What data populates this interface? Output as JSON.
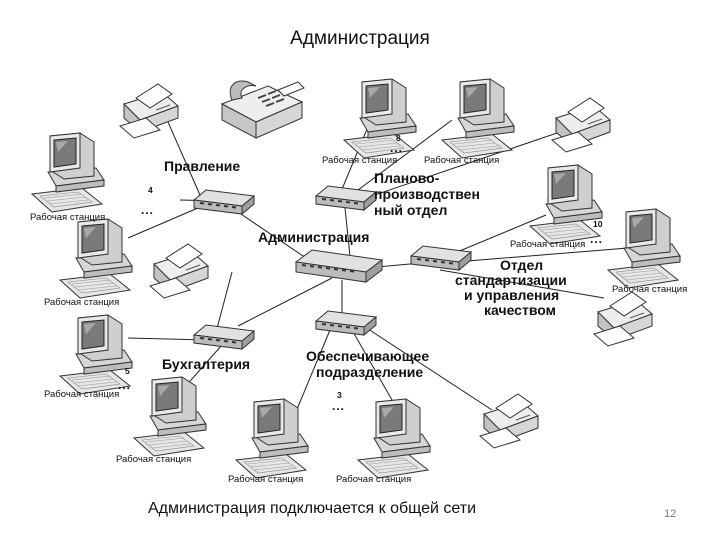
{
  "slide": {
    "title": "Администрация",
    "caption": "Администрация  подключается к общей сети",
    "page_number": "12"
  },
  "diagram": {
    "departments": {
      "pravlenie": "Правление",
      "planovo_1": "Планово-",
      "planovo_2": "производствен",
      "planovo_3": "ный отдел",
      "administratsiya": "Администрация",
      "otdel_1": "Отдел",
      "otdel_2": "стандартизации",
      "otdel_3": "и управления",
      "otdel_4": "качеством",
      "bukhgalteriya": "Бухгалтерия",
      "obesp_1": "Обеспечивающее",
      "obesp_2": "подразделение"
    },
    "workstation_label": "Рабочая станция",
    "counts": {
      "pravlenie": "4",
      "planovo": "8",
      "otdel": "10",
      "bukhgalteriya": "5",
      "obesp": "3"
    },
    "ellipsis": "...",
    "device_icons": [
      "workstation-icon",
      "printer-icon",
      "fax-icon",
      "network-hub-icon"
    ]
  }
}
